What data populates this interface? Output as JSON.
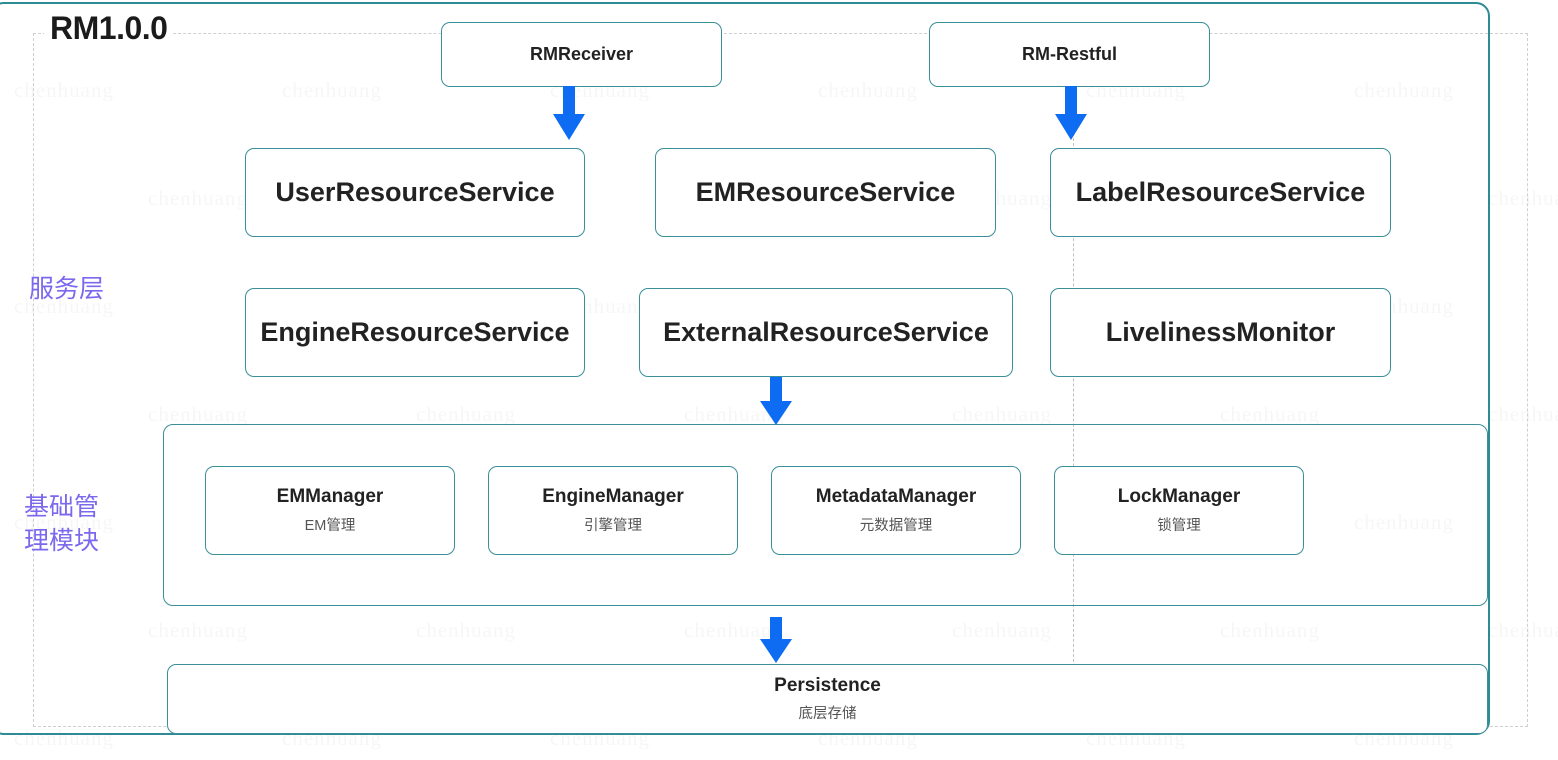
{
  "diagram": {
    "title": "RM1.0.0",
    "accent_teal": "#3a8f99",
    "accent_blue": "#0d6cf2",
    "layer_label_color": "#7b68ee",
    "watermark_text": "chenhuang"
  },
  "layers": [
    {
      "id": "service",
      "label": "服务层"
    },
    {
      "id": "base",
      "label": "基础管\n理模块"
    }
  ],
  "entry_nodes": [
    {
      "id": "rmreceiver",
      "title": "RMReceiver"
    },
    {
      "id": "rmrestful",
      "title": "RM-Restful"
    }
  ],
  "service_nodes": [
    {
      "id": "userresourceservice",
      "title": "UserResourceService"
    },
    {
      "id": "emresourceservice",
      "title": "EMResourceService"
    },
    {
      "id": "labelresourceservice",
      "title": "LabelResourceService"
    },
    {
      "id": "engineresourceservice",
      "title": "EngineResourceService"
    },
    {
      "id": "externalresourceservice",
      "title": "ExternalResourceService"
    },
    {
      "id": "livelinessmonitor",
      "title": "LivelinessMonitor"
    }
  ],
  "manager_nodes": [
    {
      "id": "emmanager",
      "title": "EMManager",
      "subtitle": "EM管理"
    },
    {
      "id": "enginemanager",
      "title": "EngineManager",
      "subtitle": "引擎管理"
    },
    {
      "id": "metadatamanager",
      "title": "MetadataManager",
      "subtitle": "元数据管理"
    },
    {
      "id": "lockmanager",
      "title": "LockManager",
      "subtitle": "锁管理"
    }
  ],
  "persistence": {
    "title": "Persistence",
    "subtitle": "底层存储"
  },
  "arrows": [
    {
      "id": "rmreceiver-to-userresourceservice",
      "from": "RMReceiver",
      "to": "UserResourceService"
    },
    {
      "id": "rmrestful-to-labelresourceservice",
      "from": "RM-Restful",
      "to": "LabelResourceService"
    },
    {
      "id": "externalresourceservice-to-modules",
      "from": "ExternalResourceService",
      "to": "ManagerModules"
    },
    {
      "id": "modules-to-persistence",
      "from": "ManagerModules",
      "to": "Persistence"
    }
  ]
}
